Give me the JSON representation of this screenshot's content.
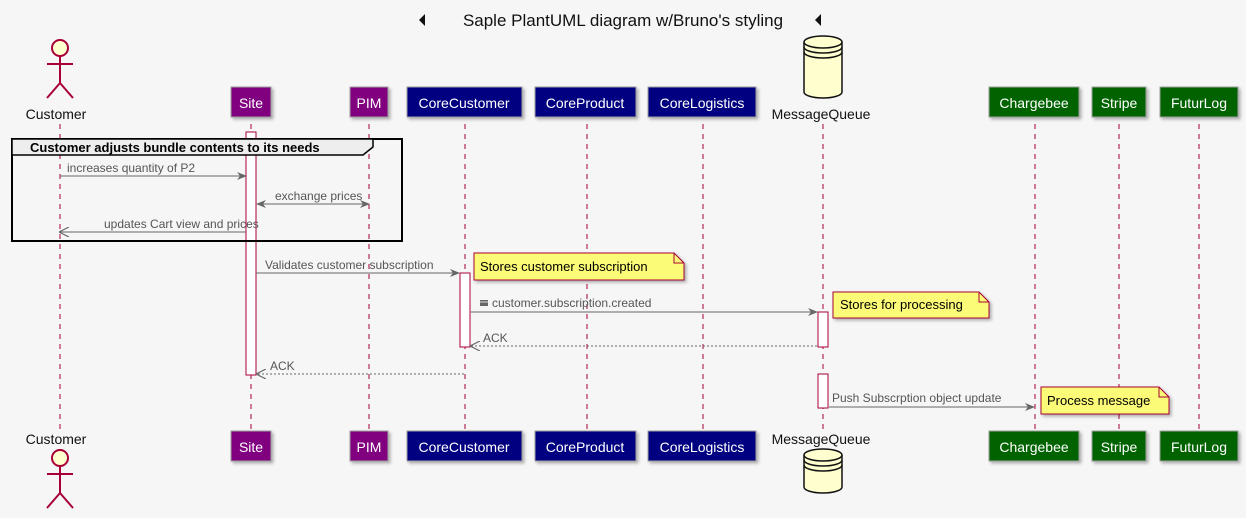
{
  "title": "Saple PlantUML diagram w/Bruno's styling",
  "participants": [
    {
      "id": "customer",
      "label": "Customer",
      "kind": "actor"
    },
    {
      "id": "site",
      "label": "Site",
      "kind": "box",
      "fill": "#800080"
    },
    {
      "id": "pim",
      "label": "PIM",
      "kind": "box",
      "fill": "#800080"
    },
    {
      "id": "corecustomer",
      "label": "CoreCustomer",
      "kind": "box",
      "fill": "#000080"
    },
    {
      "id": "coreproduct",
      "label": "CoreProduct",
      "kind": "box",
      "fill": "#000080"
    },
    {
      "id": "corelogistics",
      "label": "CoreLogistics",
      "kind": "box",
      "fill": "#000080"
    },
    {
      "id": "messagequeue",
      "label": "MessageQueue",
      "kind": "database"
    },
    {
      "id": "chargebee",
      "label": "Chargebee",
      "kind": "box",
      "fill": "#006400"
    },
    {
      "id": "stripe",
      "label": "Stripe",
      "kind": "box",
      "fill": "#006400"
    },
    {
      "id": "futurlog",
      "label": "FuturLog",
      "kind": "box",
      "fill": "#006400"
    }
  ],
  "group": {
    "label": "Customer adjusts bundle contents to its needs"
  },
  "messages": [
    {
      "from": "customer",
      "to": "site",
      "label": "increases quantity of P2",
      "style": "solid"
    },
    {
      "from": "site",
      "to": "pim",
      "label": "exchange prices",
      "style": "solid",
      "bidirectional": true
    },
    {
      "from": "site",
      "to": "customer",
      "label": "updates Cart view and prices",
      "style": "solid"
    },
    {
      "from": "site",
      "to": "corecustomer",
      "label": "Validates customer subscription",
      "style": "solid"
    },
    {
      "from": "corecustomer",
      "to": "messagequeue",
      "label": "customer.subscription.created",
      "style": "solid",
      "icon": "envelope-icon"
    },
    {
      "from": "messagequeue",
      "to": "corecustomer",
      "label": "ACK",
      "style": "dashed"
    },
    {
      "from": "corecustomer",
      "to": "site",
      "label": "ACK",
      "style": "dashed"
    },
    {
      "from": "messagequeue",
      "to": "chargebee",
      "label": "Push Subscrption object update",
      "style": "solid"
    }
  ],
  "notes": [
    {
      "text": "Stores customer subscription"
    },
    {
      "text": "Stores for processing"
    },
    {
      "text": "Process message"
    }
  ],
  "colors": {
    "background": "#f6f6f6",
    "actor_fill": "#fefece",
    "actor_stroke": "#a80036",
    "lifeline": "#a80036",
    "arrow": "#666666",
    "note_fill": "#fbfb77",
    "note_stroke": "#a80036",
    "site_pim": "#800080",
    "core": "#000080",
    "external": "#006400"
  }
}
